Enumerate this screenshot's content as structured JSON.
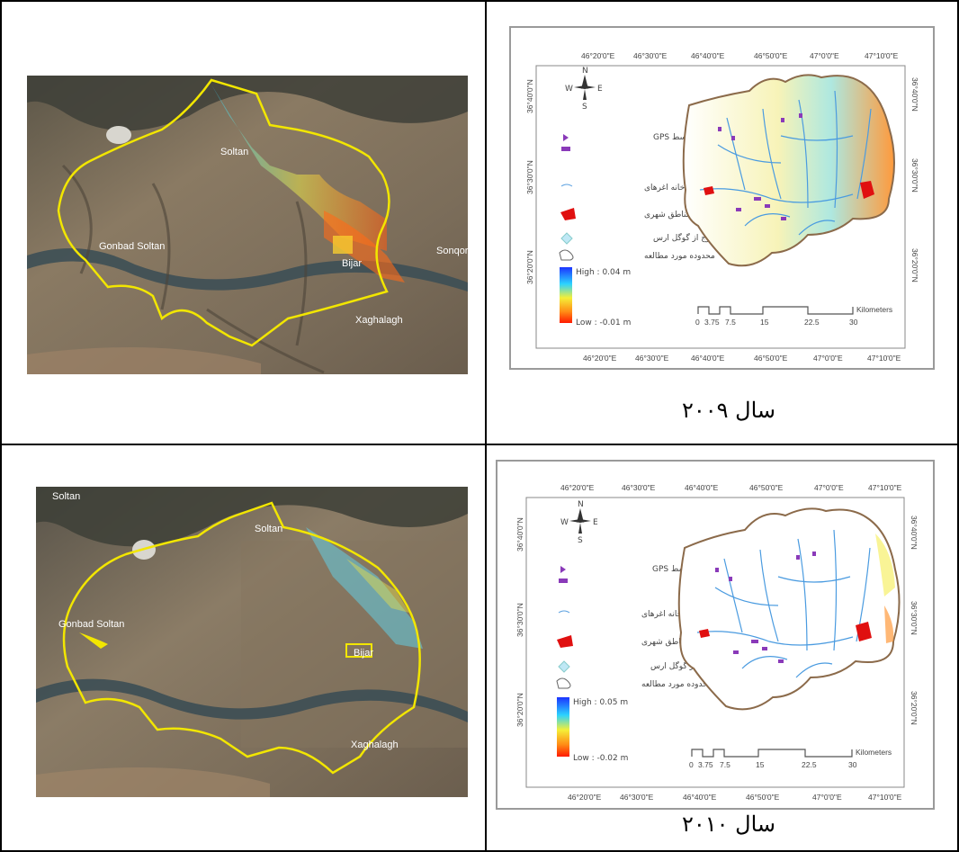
{
  "panels": [
    {
      "year_caption": "سال ۲۰۰۹",
      "map": {
        "top_coords": [
          "46°20'0\"E",
          "46°30'0\"E",
          "46°40'0\"E",
          "46°50'0\"E",
          "47°0'0\"E",
          "47°10'0\"E"
        ],
        "bottom_coords": [
          "46°20'0\"E",
          "46°30'0\"E",
          "46°40'0\"E",
          "46°50'0\"E",
          "47°0'0\"E",
          "47°10'0\"E"
        ],
        "side_coords": [
          "36°40'0\"N",
          "36°30'0\"N",
          "36°20'0\"N"
        ],
        "compass": {
          "n": "N",
          "s": "S",
          "e": "E",
          "w": "W"
        },
        "legend": {
          "gps_points": "نقاط انترتی برداشت شده توسط GPS",
          "rivers": "رودخانه اغرهای",
          "urban": "مناطق شهری",
          "landslides": "زمین لغزش های مستخرج از گوگل ارس",
          "study_area": "محدوده مورد مطالعه",
          "high": "High : 0.04 m",
          "low": "Low : -0.01 m"
        },
        "scale": {
          "ticks": [
            "0",
            "3.75",
            "7.5",
            "15",
            "22.5",
            "30"
          ],
          "unit": "Kilometers"
        }
      },
      "satellite": {
        "towns": [
          "Soltan",
          "Sonqor",
          "Gonbad Soltan",
          "Bijar",
          "Xaghalagh"
        ]
      }
    },
    {
      "year_caption": "سال ۲۰۱۰",
      "map": {
        "top_coords": [
          "46°20'0\"E",
          "46°30'0\"E",
          "46°40'0\"E",
          "46°50'0\"E",
          "47°0'0\"E",
          "47°10'0\"E"
        ],
        "bottom_coords": [
          "46°20'0\"E",
          "46°30'0\"E",
          "46°40'0\"E",
          "46°50'0\"E",
          "47°0'0\"E",
          "47°10'0\"E"
        ],
        "side_coords": [
          "36°40'0\"N",
          "36°30'0\"N",
          "36°20'0\"N"
        ],
        "compass": {
          "n": "N",
          "s": "S",
          "e": "E",
          "w": "W"
        },
        "legend": {
          "gps_points": "نقاط انترتی برداشت شده توسط GPS",
          "rivers": "رودخانه اغرهای",
          "urban": "مناطق شهری",
          "landslides": "زمین لغزش های مستخرج از گوگل ارس",
          "study_area": "محدوده مورد مطالعه",
          "high": "High : 0.05 m",
          "low": "Low : -0.02 m"
        },
        "scale": {
          "ticks": [
            "0",
            "3.75",
            "7.5",
            "15",
            "22.5",
            "30"
          ],
          "unit": "Kilometers"
        }
      },
      "satellite": {
        "towns": [
          "Soltan",
          "Gonbad Soltan",
          "Bijar",
          "Xaghalagh",
          "Soltan"
        ]
      }
    }
  ],
  "colors": {
    "boundary": "#f2e600",
    "ramp_high": "#1433ff",
    "ramp_low": "#ff1a00",
    "urban": "#e01010",
    "gps": "#8a3ab9"
  }
}
